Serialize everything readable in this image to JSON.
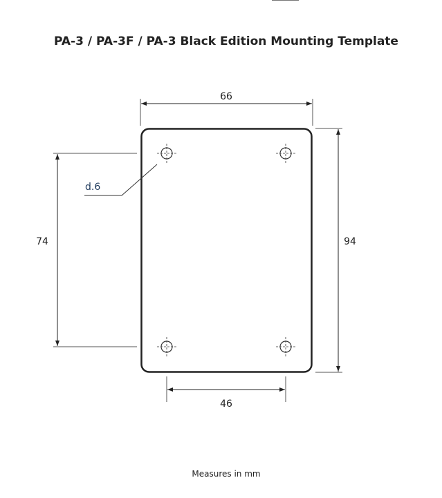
{
  "title": "PA-3 / PA-3F / PA-3 Black Edition Mounting Template",
  "dimensions": {
    "width": "66",
    "height": "94",
    "hole_vertical_spacing": "74",
    "hole_horizontal_spacing": "46",
    "hole_diameter": "d.6"
  },
  "footer": "Measures in mm",
  "colors": {
    "line": "#222222",
    "dim_line": "#555555",
    "label_blue": "#1f3a5c"
  }
}
